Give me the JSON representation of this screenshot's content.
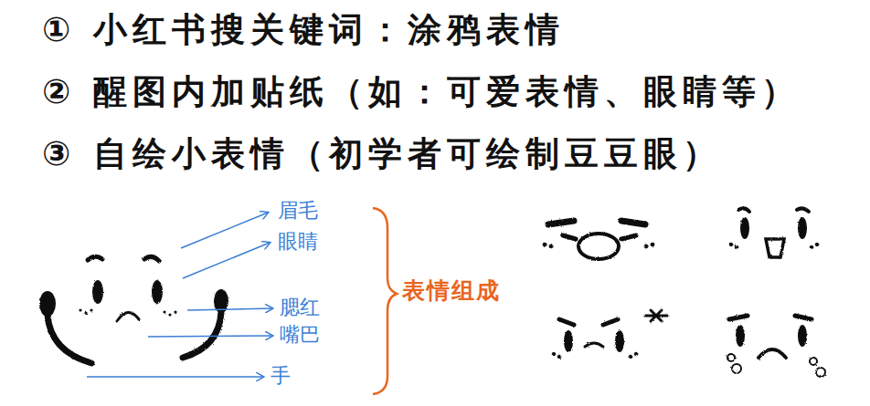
{
  "diagram": {
    "labels": [
      "① 小红书搜关键词：涂鸦表情",
      "② 醒图内加贴纸（如：可爱表情、眼睛等）",
      "③ 自绘小表情（初学者可绘制豆豆眼）",
      "眉毛",
      "眼睛",
      "腮红",
      "嘴巴",
      "手",
      "表情组成"
    ]
  }
}
